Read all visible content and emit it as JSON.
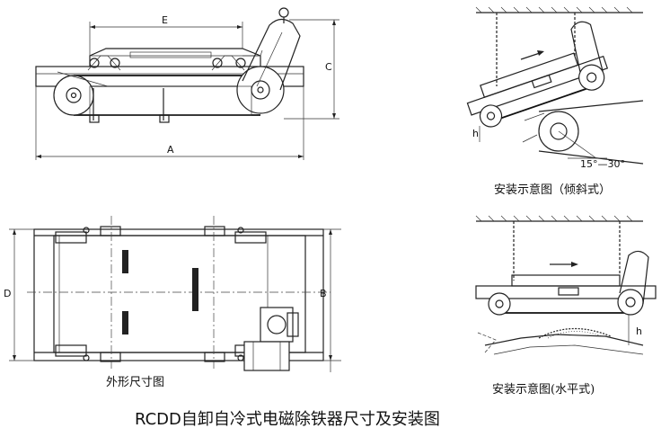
{
  "title": "RCDD自卸自冷式电磁除铁器尺寸及安装图",
  "captions": {
    "outline": "外形尺寸图",
    "install_tilt": "安装示意图（倾斜式）",
    "install_level": "安装示意图(水平式)"
  },
  "dimensions": {
    "a": "A",
    "b": "B",
    "c": "C",
    "d": "D",
    "e": "E",
    "h_tilt": "h",
    "h_level": "h"
  },
  "angle_label": "15°—30°"
}
